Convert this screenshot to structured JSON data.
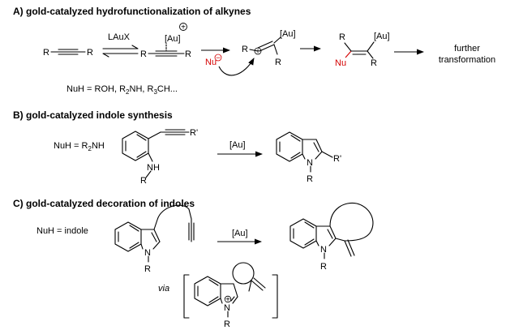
{
  "sections": {
    "a": {
      "title": "A) gold-catalyzed hydrofunctionalization of alkynes",
      "reagent_top": "LAuX",
      "au_complex": "[Au]",
      "plus_sign": "+",
      "r": "R",
      "nu": "Nu",
      "minus_sign": "−",
      "further_line1": "further",
      "further_line2": "transformation",
      "nuh_prefix": "NuH = ROH, R",
      "nuh_sub1": "2",
      "nuh_mid": "NH, R",
      "nuh_sub2": "3",
      "nuh_suffix": "CH..."
    },
    "b": {
      "title": "B) gold-catalyzed indole synthesis",
      "nuh_prefix": "NuH = R",
      "nuh_sub": "2",
      "nuh_suffix": "NH",
      "r_prime": "R'",
      "nh": "NH",
      "r": "R",
      "n": "N",
      "catalyst": "[Au]"
    },
    "c": {
      "title": "C) gold-catalyzed decoration of indoles",
      "nuh": "NuH = indole",
      "n": "N",
      "r": "R",
      "catalyst": "[Au]",
      "via": "via",
      "plus_sign": "+"
    }
  }
}
